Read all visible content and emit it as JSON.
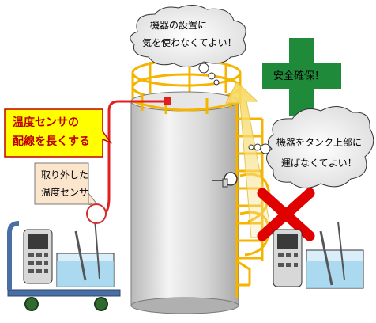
{
  "cloud_top": {
    "line1": "機器の設置に",
    "line2": "気を使わなくてよい！"
  },
  "safety_label": "安全確保！",
  "callout": {
    "line1": "温度センサの",
    "line2": "配線を長くする"
  },
  "removed_sensor": {
    "line1": "取り外した",
    "line2": "温度センサ"
  },
  "cloud_right": {
    "line1": "機器をタンク上部に",
    "line2": "運ばなくてよい！"
  },
  "colors": {
    "ladder": "#f5b400",
    "cross": "#e00000",
    "plus": "#1f8a3a",
    "callout_fill": "#ffff00",
    "callout_stroke": "#c00000",
    "arrow": "#f8e27a",
    "cable": "#e02020"
  }
}
